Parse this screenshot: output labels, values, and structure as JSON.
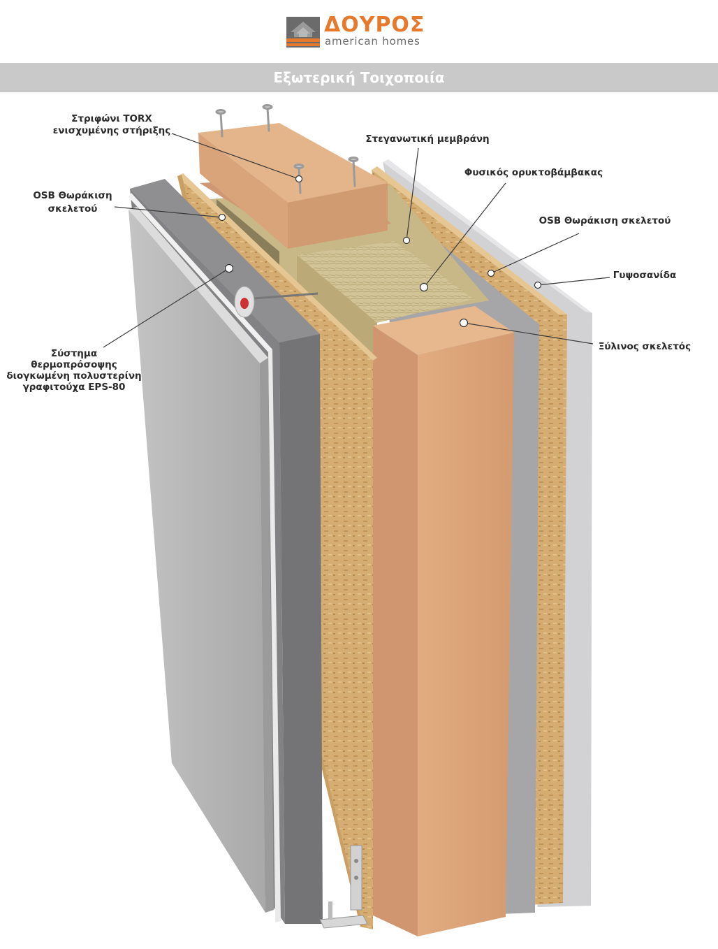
{
  "brand": {
    "name": "ΔΟΥΡΟΣ",
    "subtitle": "american homes",
    "accent_color": "#e7792c",
    "logo_bg_color": "#6b6b6b"
  },
  "header": {
    "title": "Εξωτερική Τοιχοποιία",
    "bar_color": "#c9c9c9"
  },
  "labels": {
    "torx": [
      "Στριφώνι TORX",
      "ενισχυμένης στήριξης"
    ],
    "osb_left": [
      "OSB Θωράκιση",
      "σκελετού"
    ],
    "eps": [
      "Σύστημα",
      "θερμοπρόσοψης",
      "διογκωμένη πολυστερίνη",
      "γραφιτούχα EPS-80"
    ],
    "membrane": [
      "Στεγανωτική μεμβράνη"
    ],
    "mineral_wool": [
      "Φυσικός ορυκτοβάμβακας"
    ],
    "osb_right": [
      "OSB Θωράκιση σκελετού"
    ],
    "gypsum": [
      "Γυψοσανίδα"
    ],
    "timber_frame": [
      "Ξύλινος σκελετός"
    ]
  },
  "colors": {
    "render": "#b4b4b4",
    "eps": "#7f7f81",
    "osb": "#d7ae73",
    "timber": "#dfa67b",
    "wool": "#d6c79a",
    "membrane": "#a9a9ab",
    "gypsum": "#d7d7d9"
  }
}
